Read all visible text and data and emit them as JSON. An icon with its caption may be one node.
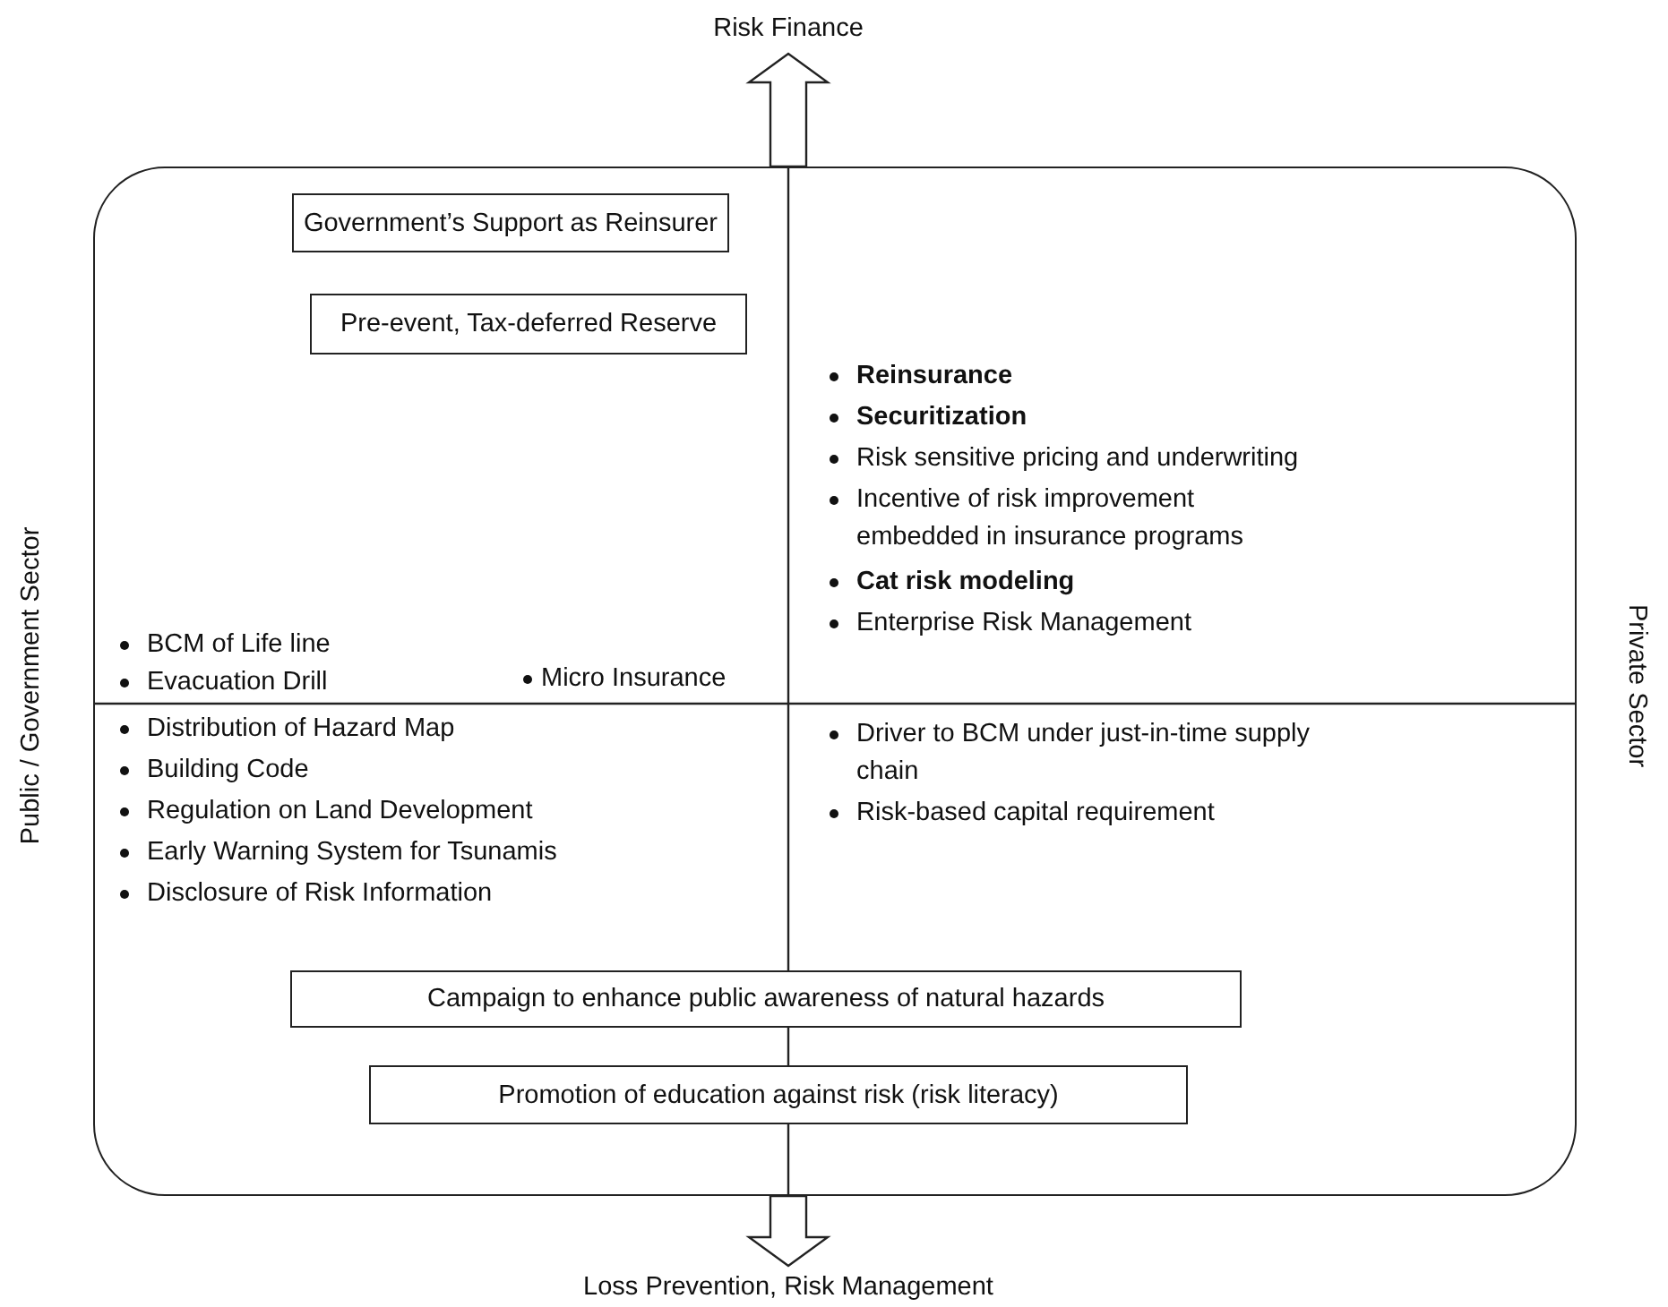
{
  "diagram": {
    "nodes": [
      {
        "text": [],
        "shape": "box"
      },
      {
        "text": [
          "Government’s Support as Reinsurer"
        ],
        "in": 0
      },
      {
        "text": [
          "Pre-event, Tax-deferred Reserve"
        ],
        "in": 0
      },
      {
        "text": [
          "Campaign to enhance public awareness of natural hazards"
        ],
        "in": 0
      },
      {
        "text": [
          "Promotion of education against risk (risk literacy)"
        ],
        "in": 0
      },
      {
        "text": [
          "Risk Finance"
        ]
      },
      {
        "text": [
          "Loss Prevention, Risk Management"
        ]
      }
    ],
    "edges": [
      {
        "from": 0,
        "to": 5,
        "arrow": "to"
      },
      {
        "from": 0,
        "to": 6,
        "arrow": "to"
      }
    ],
    "labels": [
      "Public / Government Sector",
      "Reinsurance",
      "Securitization",
      "Risk sensitive pricing and underwriting",
      "Incentive of risk improvement embedded in insurance programs",
      "Cat risk modeling",
      "Enterprise Risk Management",
      "Private Sector",
      "BCM of Life line",
      "Evacuation Drill",
      "Micro Insurance",
      "Distribution of Hazard Map",
      "Building Code",
      "Regulation on Land Development",
      "Early Warning System for Tsunamis",
      "Disclosure of Risk Information",
      "Driver to BCM under just-in-time supply chain",
      "Risk-based capital requirement"
    ]
  }
}
